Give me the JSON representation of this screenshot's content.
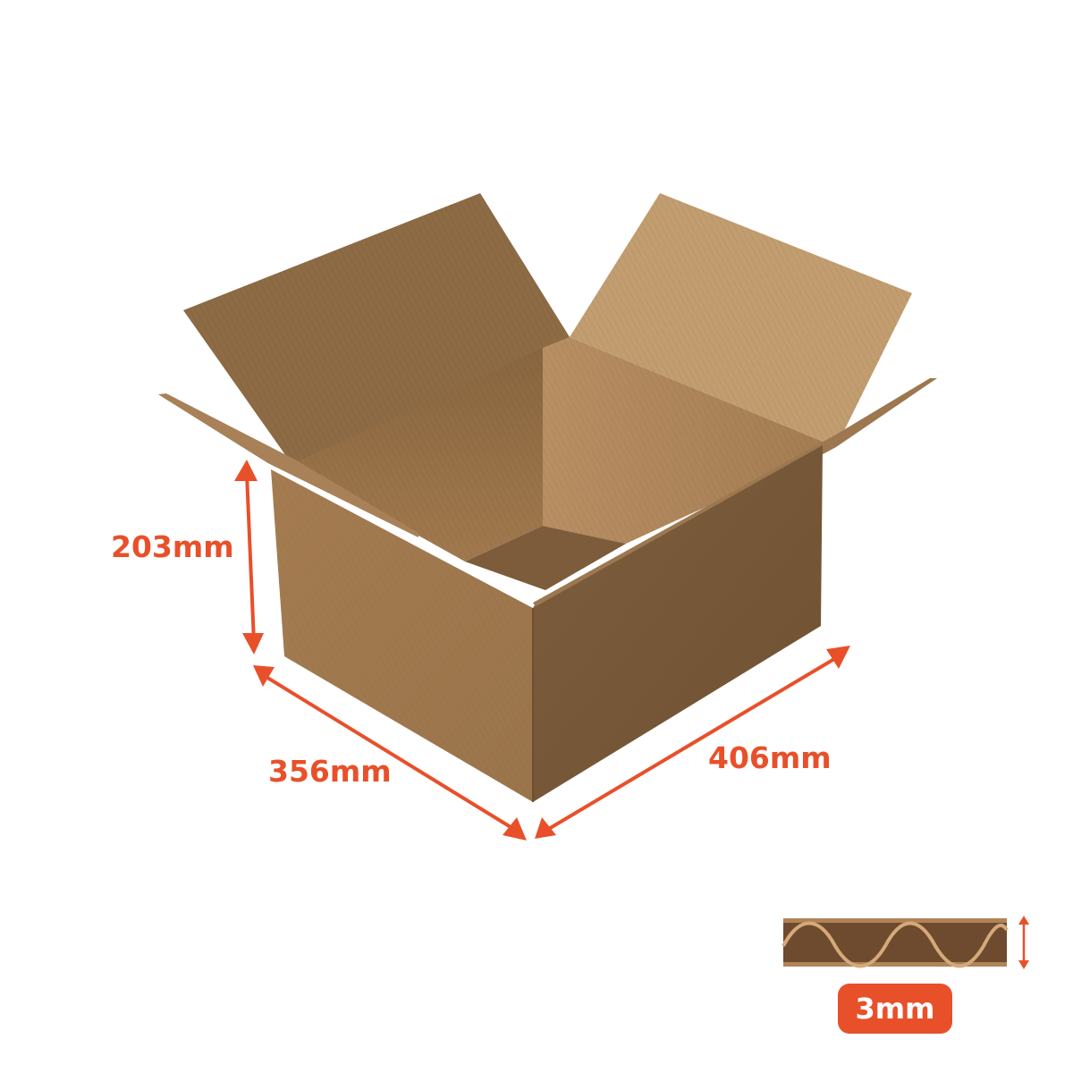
{
  "colors": {
    "accent": "#e8502a",
    "cardboard_front": "#a98053",
    "cardboard_side": "#8a6741",
    "cardboard_inner": "#9d7850",
    "cardboard_flap_light": "#c39e72",
    "cardboard_flap_dark": "#94704a",
    "flute_dark": "#6e4a2e",
    "flute_light": "#d8b084"
  },
  "dimensions": {
    "height": "203mm",
    "depth": "356mm",
    "width": "406mm"
  },
  "board": {
    "thickness": "3mm"
  }
}
